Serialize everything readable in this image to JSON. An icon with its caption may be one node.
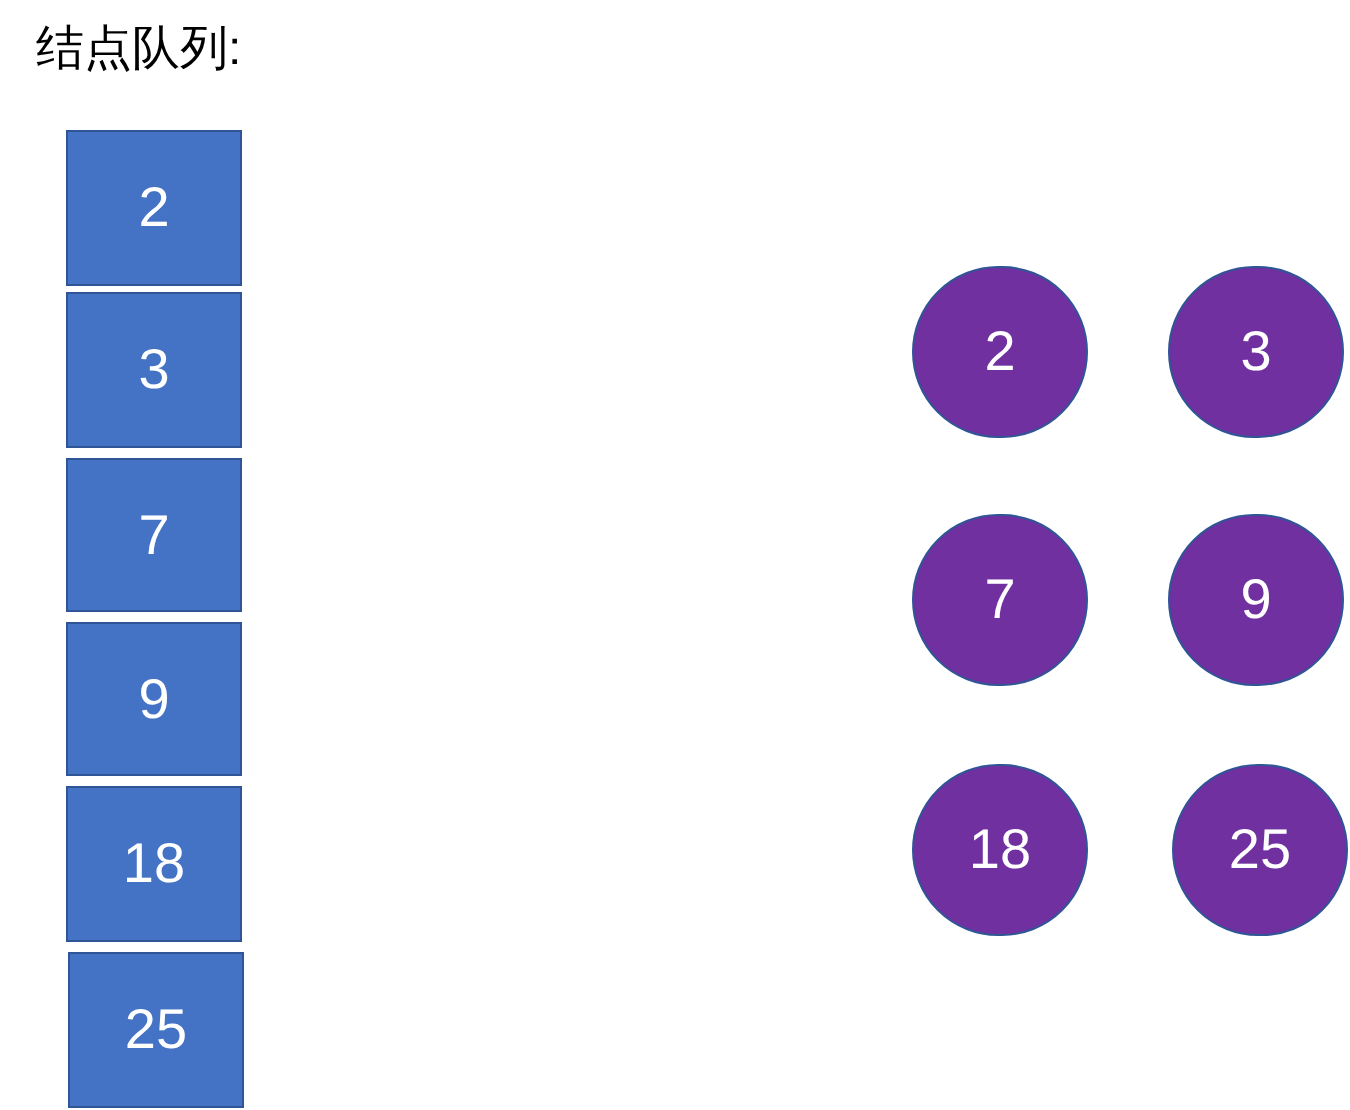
{
  "diagram": {
    "title": "结点队列:",
    "nodes": [
      {
        "text": [
          "2"
        ]
      },
      {
        "text": [
          "3"
        ]
      },
      {
        "text": [
          "7"
        ]
      },
      {
        "text": [
          "9"
        ]
      },
      {
        "text": [
          "18"
        ]
      },
      {
        "text": [
          "25"
        ]
      },
      {
        "text": [
          "2"
        ]
      },
      {
        "text": [
          "3"
        ]
      },
      {
        "text": [
          "7"
        ]
      },
      {
        "text": [
          "9"
        ]
      },
      {
        "text": [
          "18"
        ]
      },
      {
        "text": [
          "25"
        ]
      }
    ]
  }
}
